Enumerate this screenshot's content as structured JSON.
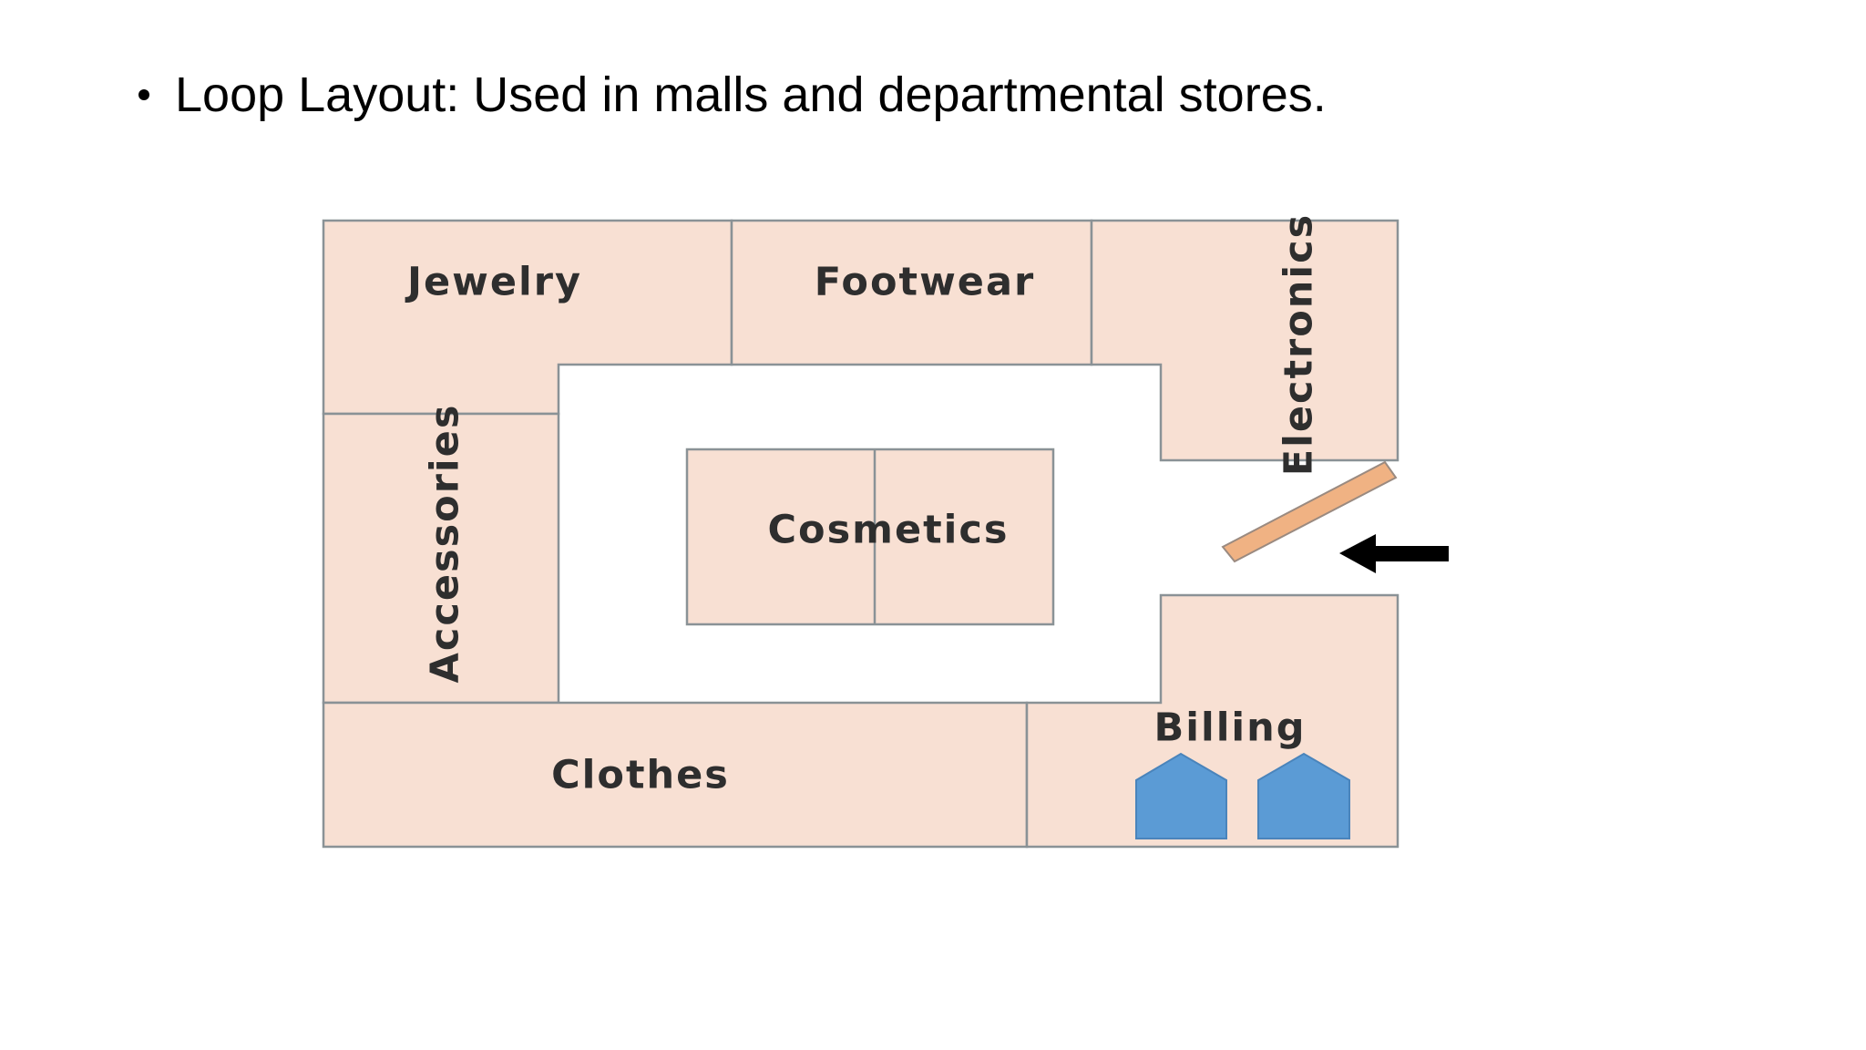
{
  "slide": {
    "bullet": "Loop Layout: Used in malls and departmental stores."
  },
  "diagram": {
    "sections": {
      "jewelry": "Jewelry",
      "footwear": "Footwear",
      "electronics": "Electronics",
      "accessories": "Accessories",
      "cosmetics": "Cosmetics",
      "clothes": "Clothes",
      "billing": "Billing"
    },
    "colors": {
      "section_fill": "#f8e0d3",
      "section_border": "#8a9296",
      "door": "#f0b283",
      "billing_counter": "#5b9bd5",
      "entry_arrow": "#000000"
    }
  }
}
